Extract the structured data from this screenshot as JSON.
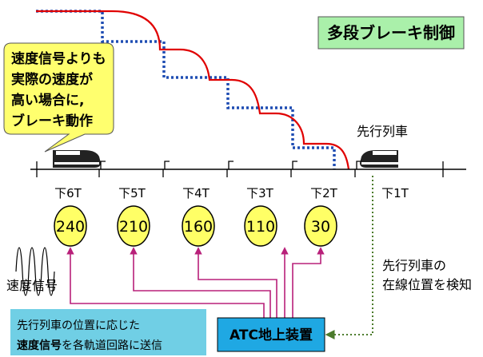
{
  "title": "多段ブレーキ制御",
  "callout": [
    "速度信号よりも",
    "実際の速度が",
    "高い場合に,",
    "ブレーキ動作"
  ],
  "leading_train_label": "先行列車",
  "sections": [
    "下6T",
    "下5T",
    "下4T",
    "下3T",
    "下2T",
    "下1T"
  ],
  "speeds": [
    "240",
    "210",
    "160",
    "110",
    "30"
  ],
  "speed_signal_label": "速度信号",
  "detect_label": [
    "先行列車の",
    "在線位置を検知"
  ],
  "info_box": {
    "line1": "先行列車の位置に応じた",
    "line2_bold": "速度信号",
    "line2_rest": "を各軌道回路に送信"
  },
  "device_label": "ATC地上装置",
  "colors": {
    "title_box": "#aaf0aa",
    "callout": "#ffff6e",
    "speed_circle": "#ffff66",
    "info_box": "#70cfe5",
    "device_box": "#1fa8e3",
    "brake_curve": "#e00000",
    "signal_step": "#1f4db3",
    "signal_lines": "#b8207a",
    "detect_line": "#4b7b2b"
  }
}
